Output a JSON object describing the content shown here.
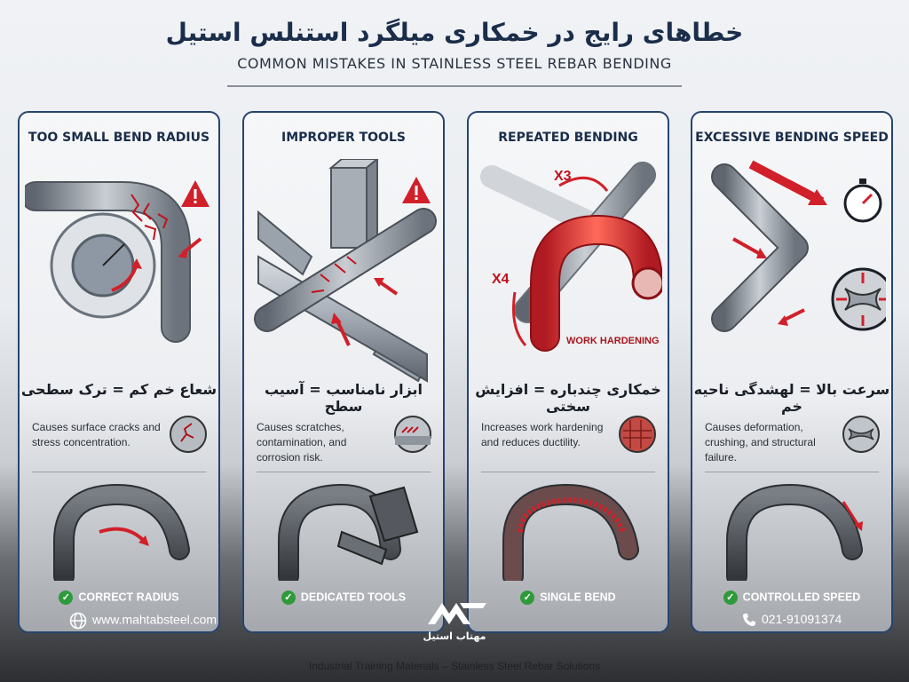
{
  "header": {
    "title_fa": "خطاهای رایج در خمکاری میلگرد استنلس استیل",
    "title_en": "COMMON MISTAKES IN STAINLESS STEEL REBAR BENDING"
  },
  "cards": [
    {
      "title": "TOO SMALL BEND RADIUS",
      "fa": "شعاع خم کم = ترک سطحی",
      "desc": "Causes surface cracks and stress concentration.",
      "badge": "CORRECT RADIUS"
    },
    {
      "title": "IMPROPER TOOLS",
      "fa": "ابزار نامناسب = آسیب سطح",
      "desc": "Causes scratches, contamination, and corrosion risk.",
      "badge": "DEDICATED TOOLS"
    },
    {
      "title": "REPEATED BENDING",
      "fa": "خمکاری چندباره = افزایش سختی",
      "desc": "Increases work hardening and reduces ductility.",
      "badge": "SINGLE BEND",
      "labels": {
        "x3": "X3",
        "x4": "X4",
        "work_hardening": "WORK HARDENING"
      }
    },
    {
      "title": "EXCESSIVE BENDING SPEED",
      "fa": "سرعت بالا = لهشدگی ناحیه خم",
      "desc": "Causes deformation, crushing, and structural failure.",
      "badge": "CONTROLLED SPEED"
    }
  ],
  "footer": {
    "website": "www.mahtabsteel.com",
    "phone": "021-91091374",
    "logo_text": "مهتاب استیل",
    "caption": "Industrial Training Materials – Stainless Steel Rebar Solutions"
  },
  "icons": [
    "warning-icon",
    "globe-icon",
    "phone-icon",
    "stopwatch-icon",
    "check-icon",
    "mahtab-logo"
  ],
  "colors": {
    "navy": "#1a2d4a",
    "border": "#26456f",
    "danger": "#d1202a",
    "ok": "#2f9a3b"
  }
}
